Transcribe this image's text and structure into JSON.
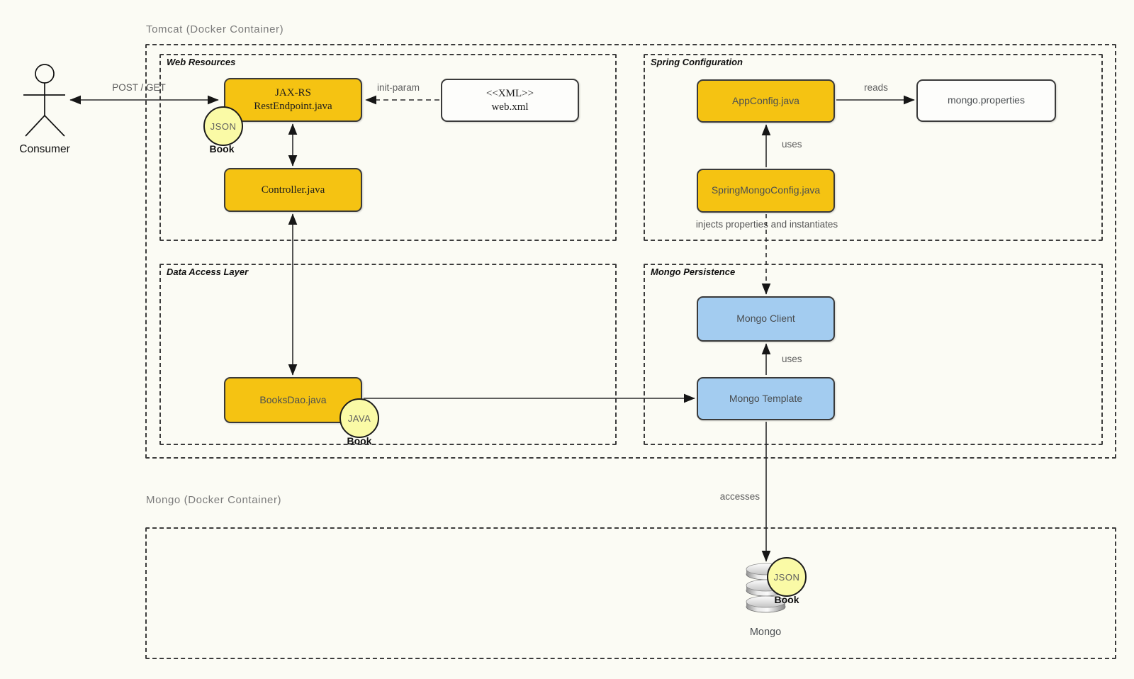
{
  "diagram": {
    "containers": {
      "tomcat": {
        "title": "Tomcat (Docker Container)"
      },
      "mongo": {
        "title": "Mongo (Docker Container)"
      }
    },
    "groups": {
      "web_resources": {
        "title": "Web Resources"
      },
      "data_access": {
        "title": "Data Access Layer"
      },
      "spring_config": {
        "title": "Spring Configuration"
      },
      "mongo_persistence": {
        "title": "Mongo Persistence"
      }
    },
    "actor": {
      "label": "Consumer"
    },
    "nodes": {
      "rest_endpoint": {
        "line1": "JAX-RS",
        "line2": "RestEndpoint.java"
      },
      "controller": {
        "label": "Controller.java"
      },
      "web_xml": {
        "stereotype": "<<XML>>",
        "label": "web.xml"
      },
      "books_dao": {
        "label": "BooksDao.java"
      },
      "app_config": {
        "label": "AppConfig.java"
      },
      "mongo_properties": {
        "label": "mongo.properties"
      },
      "spring_mongo_config": {
        "label": "SpringMongoConfig.java"
      },
      "mongo_client": {
        "label": "Mongo Client"
      },
      "mongo_template": {
        "label": "Mongo Template"
      },
      "mongo_db": {
        "label": "Mongo"
      }
    },
    "badges": {
      "rest_json": {
        "text": "JSON",
        "caption": "Book"
      },
      "dao_java": {
        "text": "JAVA",
        "caption": "Book"
      },
      "db_json": {
        "text": "JSON",
        "caption": "Book"
      }
    },
    "edges": {
      "post_get": {
        "label": "POST / GET"
      },
      "init_param": {
        "label": "init-param"
      },
      "reads": {
        "label": "reads"
      },
      "uses_spring": {
        "label": "uses"
      },
      "injects": {
        "label": "injects properties and instantiates"
      },
      "uses_mongo": {
        "label": "uses"
      },
      "accesses": {
        "label": "accesses"
      }
    },
    "colors": {
      "node_gold": "#F5C312",
      "node_blue": "#A3CCF0",
      "badge_yellow": "#FAFAA6",
      "line": "#2b2b2b",
      "edge_label_gray": "#5d5d5d",
      "container_title_gray": "#7b7b7b",
      "background": "#FBFBF4"
    }
  }
}
